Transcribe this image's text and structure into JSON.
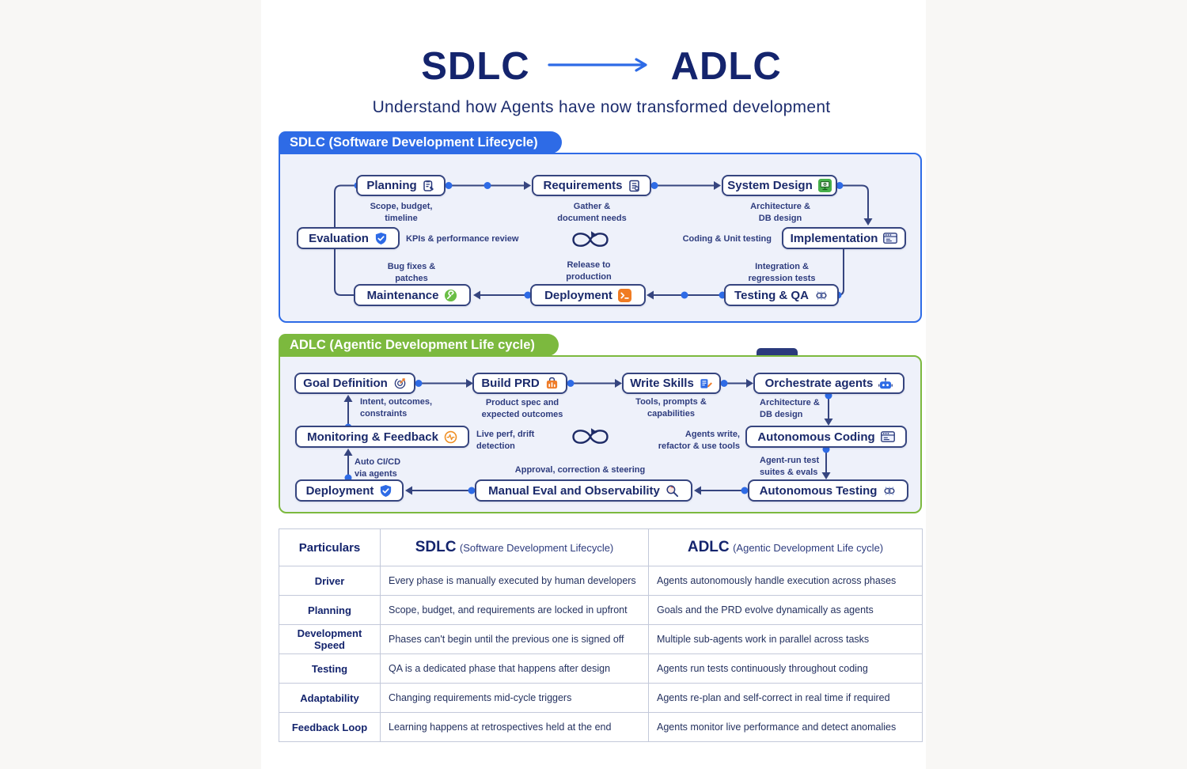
{
  "header": {
    "title_left": "SDLC",
    "title_right": "ADLC",
    "subtitle": "Understand how Agents have now transformed development"
  },
  "colors": {
    "blue": "#2e6be6",
    "green": "#7cb93e",
    "navy": "#1b2a6b",
    "orange": "#f07c23"
  },
  "sdlc": {
    "tab": "SDLC (Software Development Lifecycle)",
    "nodes": {
      "planning": "Planning",
      "requirements": "Requirements",
      "system_design": "System Design",
      "evaluation": "Evaluation",
      "implementation": "Implementation",
      "maintenance": "Maintenance",
      "deployment": "Deployment",
      "testing_qa": "Testing & QA"
    },
    "captions": {
      "planning": "Scope, budget,\ntimeline",
      "requirements": "Gather &\ndocument needs",
      "system_design": "Architecture &\nDB design",
      "evaluation": "KPIs & performance review",
      "implementation": "Coding & Unit testing",
      "integration": "Integration &\nregression tests",
      "release": "Release to\nproduction",
      "maintenance": "Bug fixes &\npatches"
    }
  },
  "adlc": {
    "tab": "ADLC (Agentic Development Life cycle)",
    "nodes": {
      "goal_definition": "Goal Definition",
      "build_prd": "Build PRD",
      "write_skills": "Write Skills",
      "orchestrate_agents": "Orchestrate agents",
      "monitoring_feedback": "Monitoring & Feedback",
      "autonomous_coding": "Autonomous Coding",
      "deployment": "Deployment",
      "manual_eval": "Manual Eval and Observability",
      "autonomous_testing": "Autonomous Testing"
    },
    "captions": {
      "goal_definition": "Intent, outcomes,\nconstraints",
      "build_prd": "Product spec and\nexpected outcomes",
      "write_skills": "Tools, prompts &\ncapabilities",
      "orchestrate_agents": "Architecture &\nDB design",
      "monitoring_feedback": "Live perf, drift\ndetection",
      "autonomous_coding": "Agents write,\nrefactor & use tools",
      "deployment": "Auto CI/CD\nvia agents",
      "manual_eval": "Approval, correction & steering",
      "autonomous_testing": "Agent-run test\nsuites & evals"
    }
  },
  "table": {
    "headers": {
      "particulars": "Particulars",
      "sdlc_abbr": "SDLC",
      "sdlc_full": "(Software Development Lifecycle)",
      "adlc_abbr": "ADLC",
      "adlc_full": "(Agentic Development Life cycle)"
    },
    "rows": [
      {
        "particular": "Driver",
        "sdlc": "Every phase is manually executed by human developers",
        "adlc": "Agents autonomously handle execution across phases"
      },
      {
        "particular": "Planning",
        "sdlc": "Scope, budget, and requirements are locked in upfront",
        "adlc": "Goals and the PRD evolve dynamically as agents"
      },
      {
        "particular": "Development\nSpeed",
        "sdlc": "Phases can't begin until the previous one is signed off",
        "adlc": "Multiple sub-agents work in parallel across tasks"
      },
      {
        "particular": "Testing",
        "sdlc": "QA is a dedicated phase that happens after design",
        "adlc": "Agents run tests continuously throughout coding"
      },
      {
        "particular": "Adaptability",
        "sdlc": "Changing requirements mid-cycle triggers",
        "adlc": "Agents re-plan and self-correct in real time if required"
      },
      {
        "particular": "Feedback Loop",
        "sdlc": "Learning happens at retrospectives held at the end",
        "adlc": "Agents monitor live performance and detect anomalies"
      }
    ]
  }
}
